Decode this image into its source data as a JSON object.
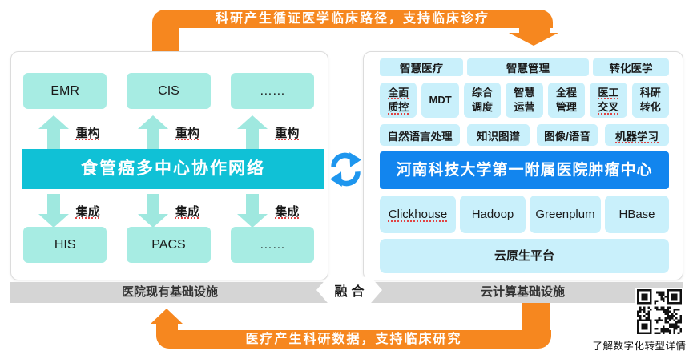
{
  "top_arrow": {
    "label": "科研产生循证医学临床路径，支持临床诊疗"
  },
  "bottom_arrow": {
    "label": "医疗产生科研数据，支持临床研究"
  },
  "fusion": {
    "label": "融合"
  },
  "left_panel": {
    "top_boxes": [
      "EMR",
      "CIS",
      "……"
    ],
    "rebuild_label": "重构",
    "center_bar": "食管癌多中心协作网络",
    "integrate_label": "集成",
    "bottom_boxes": [
      "HIS",
      "PACS",
      "……"
    ],
    "footer": "医院现有基础设施"
  },
  "right_panel": {
    "headers": [
      "智慧医疗",
      "智慧管理",
      "转化医学"
    ],
    "capabilities": [
      [
        "全面",
        "质控"
      ],
      [
        "MDT"
      ],
      [
        "综合",
        "调度"
      ],
      [
        "智慧",
        "运营"
      ],
      [
        "全程",
        "管理"
      ],
      [
        "医工",
        "交叉"
      ],
      [
        "科研",
        "转化"
      ]
    ],
    "ai": [
      "自然语言处理",
      "知识图谱",
      "图像/语音",
      "机器学习"
    ],
    "center_bar": "河南科技大学第一附属医院肿瘤中心",
    "databases": [
      "Clickhouse",
      "Hadoop",
      "Greenplum",
      "HBase"
    ],
    "platform_bar": "云原生平台",
    "footer": "云计算基础设施"
  },
  "qr": {
    "caption": "了解数字化转型详情"
  },
  "colors": {
    "orange": "#F6871F",
    "teal-box": "#A7ECE3",
    "teal-arrow": "#9FE8DF",
    "cyan-bar": "#10C1D6",
    "blue-bar": "#1285EE",
    "lightblue": "#C9F0FB",
    "graybar": "#D5D5D5",
    "sync": "#1E96EE",
    "ul": "#E04343"
  }
}
